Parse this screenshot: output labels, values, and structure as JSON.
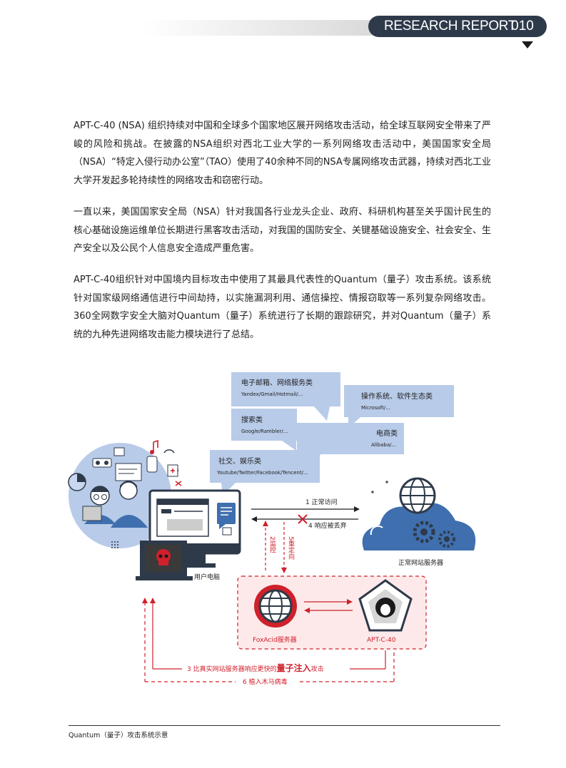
{
  "header": {
    "title": "RESEARCH REPORT",
    "page_number": "010"
  },
  "paragraphs": [
    "APT-C-40 (NSA) 组织持续对中国和全球多个国家地区展开网络攻击活动，给全球互联网安全带来了严峻的风险和挑战。在披露的NSA组织对西北工业大学的一系列网络攻击活动中，美国国家安全局（NSA）“特定入侵行动办公室”（TAO）使用了40余种不同的NSA专属网络攻击武器，持续对西北工业大学开发起多轮持续性的网络攻击和窃密行动。",
    "一直以来，美国国家安全局（NSA）针对我国各行业龙头企业、政府、科研机构甚至关乎国计民生的核心基础设施运维单位长期进行黑客攻击活动，对我国的国防安全、关键基础设施安全、社会安全、生产安全以及公民个人信息安全造成严重危害。",
    "APT-C-40组织针对中国境内目标攻击中使用了其最具代表性的Quantum（量子）攻击系统。该系统针对国家级网络通信进行中间劫持，以实施漏洞利用、通信操控、情报窃取等一系列复杂网络攻击。360全网数字安全大脑对Quantum（量子）系统进行了长期的跟踪研究，并对Quantum（量子）系统的九种先进网络攻击能力模块进行了总结。"
  ],
  "diagram": {
    "bubbles": [
      {
        "title": "电子邮箱、网络服务类",
        "sub": "Yandex/Gmail/Hotmail/..."
      },
      {
        "title": "操作系统、软件生态类",
        "sub": "Microsoft/..."
      },
      {
        "title": "搜索类",
        "sub": "Google/Rambler/..."
      },
      {
        "title": "电商类",
        "sub": "Alibaba/..."
      },
      {
        "title": "社交、娱乐类",
        "sub": "Youtube/Twitter/Facebook/Tencent/..."
      }
    ],
    "user_pc_label": "用户电脑",
    "server_label": "正常网站服务器",
    "foxacid_label": "FoxAcid服务器",
    "apt_label": "APT-C-40",
    "step1": "1 正常访问",
    "step4": "4 响应被丢弃",
    "step2": "2监控",
    "step5": "5重定向",
    "step3_prefix": "3 比真实网站服务器响应更快的",
    "step3_emph": "量子注入",
    "step3_suffix": "攻击",
    "step6": "6 植入木马病毒",
    "colors": {
      "bubble": "#b8cbe9",
      "accent_red": "#d0202b",
      "dark": "#2e3a4a",
      "light_red": "#fde9ea"
    }
  },
  "caption": "Quantum（量子）攻击系统示意"
}
